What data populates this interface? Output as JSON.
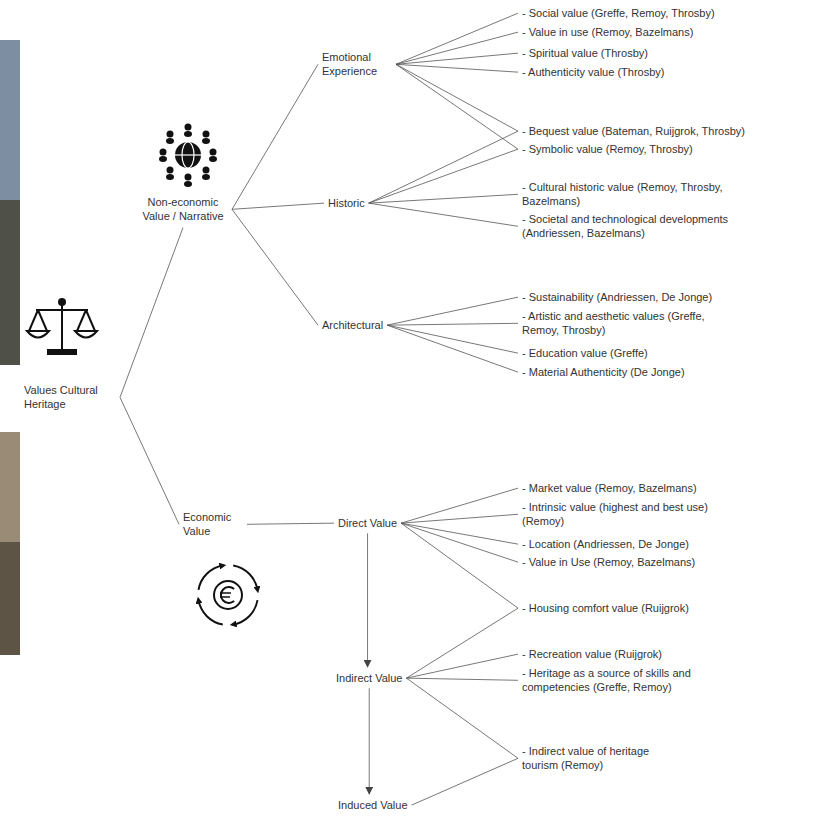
{
  "diagram": {
    "nodes": [
      {
        "text": [
          "Values Cultural Heritage"
        ]
      },
      {
        "text": [
          "Non-economic Value / Narrative"
        ]
      },
      {
        "text": [
          "Emotional Experience"
        ]
      },
      {
        "text": [
          "Historic"
        ]
      },
      {
        "text": [
          "Architectural"
        ]
      },
      {
        "text": [
          "- Social value (Greffe, Remoy, Throsby)"
        ]
      },
      {
        "text": [
          "- Value in use (Remoy, Bazelmans)"
        ]
      },
      {
        "text": [
          "- Spiritual value (Throsby)"
        ]
      },
      {
        "text": [
          "- Authenticity value (Throsby)"
        ]
      },
      {
        "text": [
          "- Bequest value (Bateman, Ruijgrok, Throsby)"
        ]
      },
      {
        "text": [
          "- Symbolic value (Remoy, Throsby)"
        ]
      },
      {
        "text": [
          "- Cultural historic value (Remoy, Throsby, Bazelmans)"
        ]
      },
      {
        "text": [
          "- Societal and technological developments (Andriessen, Bazelmans)"
        ]
      },
      {
        "text": [
          "- Sustainability (Andriessen, De Jonge)"
        ]
      },
      {
        "text": [
          "- Artistic and aesthetic values (Greffe, Remoy, Throsby)"
        ]
      },
      {
        "text": [
          "- Education value (Greffe)"
        ]
      },
      {
        "text": [
          "- Material Authenticity (De Jonge)"
        ]
      },
      {
        "text": [
          "Economic Value"
        ]
      },
      {
        "text": [
          "Direct Value"
        ]
      },
      {
        "text": [
          "Indirect Value"
        ]
      },
      {
        "text": [
          "Induced Value"
        ]
      },
      {
        "text": [
          "- Market value (Remoy, Bazelmans)"
        ]
      },
      {
        "text": [
          "- Intrinsic value (highest and best use) (Remoy)"
        ]
      },
      {
        "text": [
          "- Location (Andriessen, De Jonge)"
        ]
      },
      {
        "text": [
          "- Value in Use (Remoy, Bazelmans)"
        ]
      },
      {
        "text": [
          "- Housing comfort value (Ruijgrok)"
        ]
      },
      {
        "text": [
          "- Recreation value (Ruijgrok)"
        ]
      },
      {
        "text": [
          "- Heritage as a source of skills and competencies (Greffe, Remoy)"
        ]
      },
      {
        "text": [
          "- Indirect value of heritage tourism (Remoy)"
        ]
      }
    ],
    "edges": [
      {
        "from": 0,
        "to": 1,
        "arrow": "none"
      },
      {
        "from": 0,
        "to": 17,
        "arrow": "none"
      },
      {
        "from": 1,
        "to": 2,
        "arrow": "none"
      },
      {
        "from": 1,
        "to": 3,
        "arrow": "none"
      },
      {
        "from": 1,
        "to": 4,
        "arrow": "none"
      },
      {
        "from": 2,
        "to": 5,
        "arrow": "none"
      },
      {
        "from": 2,
        "to": 6,
        "arrow": "none"
      },
      {
        "from": 2,
        "to": 7,
        "arrow": "none"
      },
      {
        "from": 2,
        "to": 8,
        "arrow": "none"
      },
      {
        "from": 2,
        "to": 9,
        "arrow": "none"
      },
      {
        "from": 2,
        "to": 10,
        "arrow": "none"
      },
      {
        "from": 3,
        "to": 9,
        "arrow": "none"
      },
      {
        "from": 3,
        "to": 10,
        "arrow": "none"
      },
      {
        "from": 3,
        "to": 11,
        "arrow": "none"
      },
      {
        "from": 3,
        "to": 12,
        "arrow": "none"
      },
      {
        "from": 4,
        "to": 13,
        "arrow": "none"
      },
      {
        "from": 4,
        "to": 14,
        "arrow": "none"
      },
      {
        "from": 4,
        "to": 15,
        "arrow": "none"
      },
      {
        "from": 4,
        "to": 16,
        "arrow": "none"
      },
      {
        "from": 17,
        "to": 18,
        "arrow": "none"
      },
      {
        "from": 18,
        "to": 21,
        "arrow": "none"
      },
      {
        "from": 18,
        "to": 22,
        "arrow": "none"
      },
      {
        "from": 18,
        "to": 23,
        "arrow": "none"
      },
      {
        "from": 18,
        "to": 24,
        "arrow": "none"
      },
      {
        "from": 18,
        "to": 25,
        "arrow": "none"
      },
      {
        "from": 19,
        "to": 25,
        "arrow": "none"
      },
      {
        "from": 19,
        "to": 26,
        "arrow": "none"
      },
      {
        "from": 19,
        "to": 27,
        "arrow": "none"
      },
      {
        "from": 19,
        "to": 28,
        "arrow": "none"
      },
      {
        "from": 20,
        "to": 28,
        "arrow": "none"
      },
      {
        "from": 18,
        "to": 19,
        "arrow": "to"
      },
      {
        "from": 19,
        "to": 20,
        "arrow": "to"
      }
    ]
  }
}
